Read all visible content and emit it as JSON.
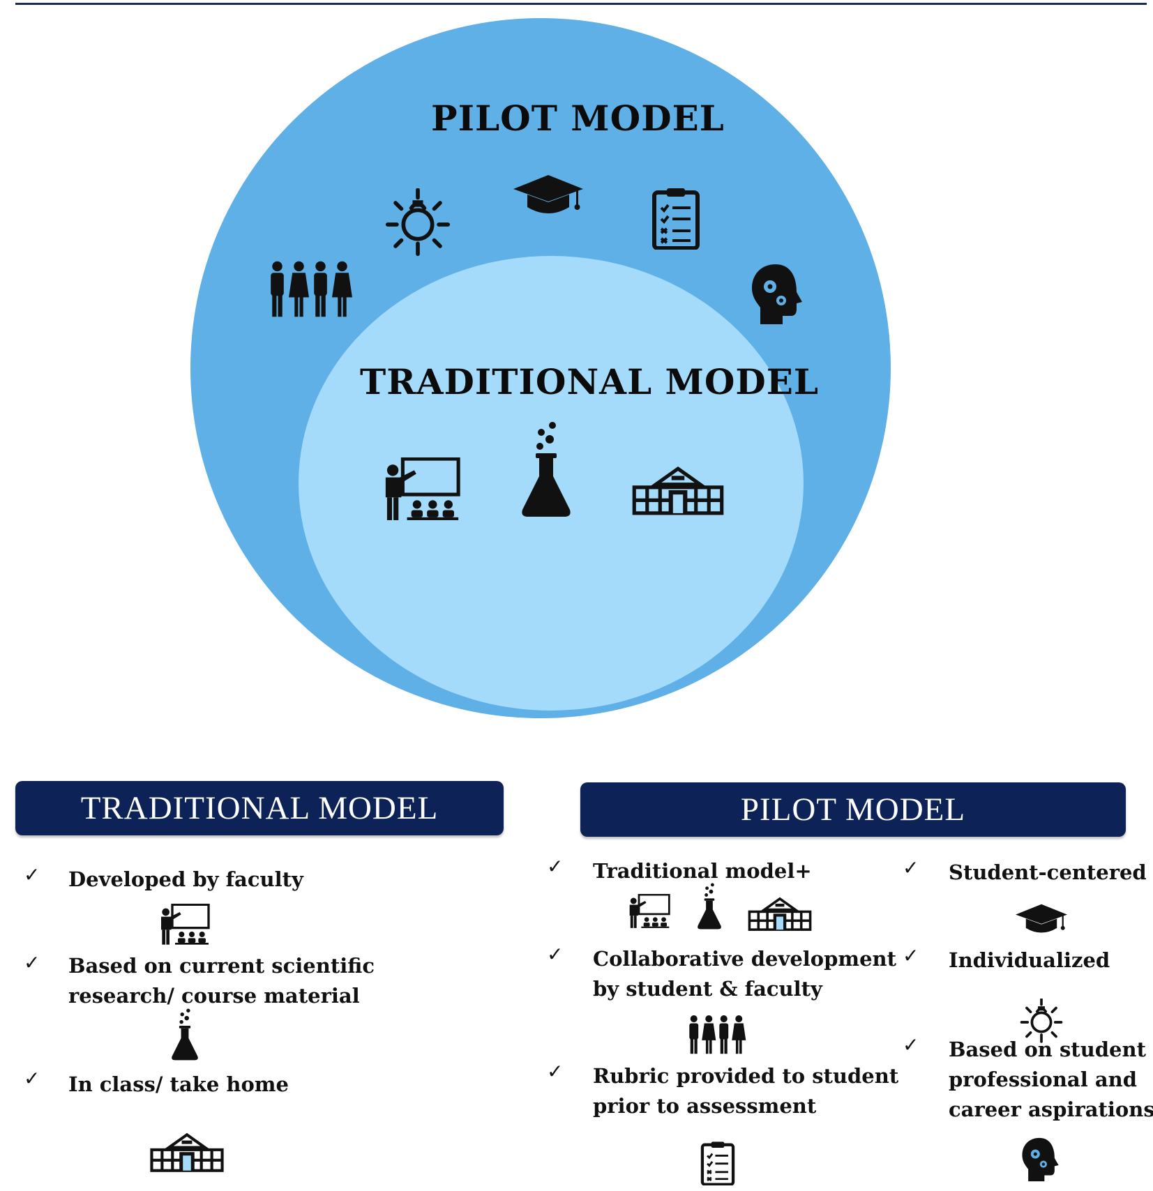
{
  "venn": {
    "outer_title": "PILOT MODEL",
    "inner_title": "TRADITIONAL MODEL",
    "colors": {
      "outer": "#5fb0e6",
      "inner": "#a4dbfb",
      "banner": "#0d2357"
    }
  },
  "traditional": {
    "banner": "TRADITIONAL MODEL",
    "items": [
      {
        "lines": [
          "Developed by faculty"
        ],
        "icon": "teacher-icon"
      },
      {
        "lines": [
          "Based on current scientific",
          "research/ course material"
        ],
        "icon": "flask-icon"
      },
      {
        "lines": [
          "In class/ take home"
        ],
        "icon": "school-icon"
      }
    ]
  },
  "pilot": {
    "banner": "PILOT MODEL",
    "left_items": [
      {
        "lines": [
          "Traditional model+"
        ],
        "icons": [
          "teacher-icon",
          "flask-icon",
          "school-icon"
        ]
      },
      {
        "lines": [
          "Collaborative development",
          "by student & faculty"
        ],
        "icon": "people-icon"
      },
      {
        "lines": [
          "Rubric provided to student",
          "prior to assessment"
        ],
        "icon": "clipboard-icon"
      }
    ],
    "right_items": [
      {
        "lines": [
          "Student-centered"
        ],
        "icon": "graduation-cap-icon"
      },
      {
        "lines": [
          "Individualized"
        ],
        "icon": "lightbulb-icon"
      },
      {
        "lines": [
          "Based on student",
          "professional and",
          "career aspirations"
        ],
        "icon": "head-gears-icon"
      }
    ]
  }
}
